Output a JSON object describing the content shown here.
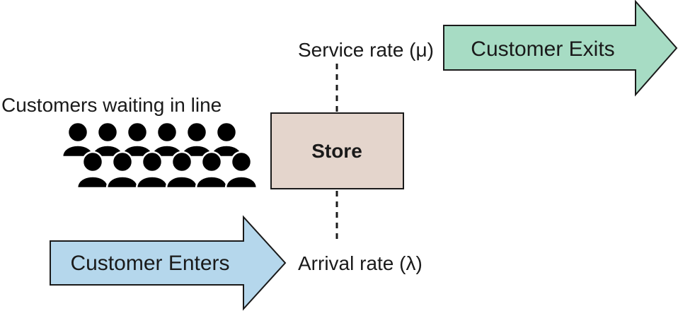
{
  "diagram": {
    "queue_label": "Customers waiting in line",
    "store_label": "Store",
    "service_rate_label": "Service rate (μ)",
    "arrival_rate_label": "Arrival rate (λ)",
    "exit_arrow_label": "Customer Exits",
    "enter_arrow_label": "Customer Enters",
    "customer_count": 12
  },
  "colors": {
    "exit_arrow_fill": "#a7dcc4",
    "enter_arrow_fill": "#b5d7ec",
    "store_fill": "#e4d5cc",
    "outline": "#1a1a1a",
    "people": "#000000"
  },
  "icons": {
    "person": "person-icon"
  }
}
